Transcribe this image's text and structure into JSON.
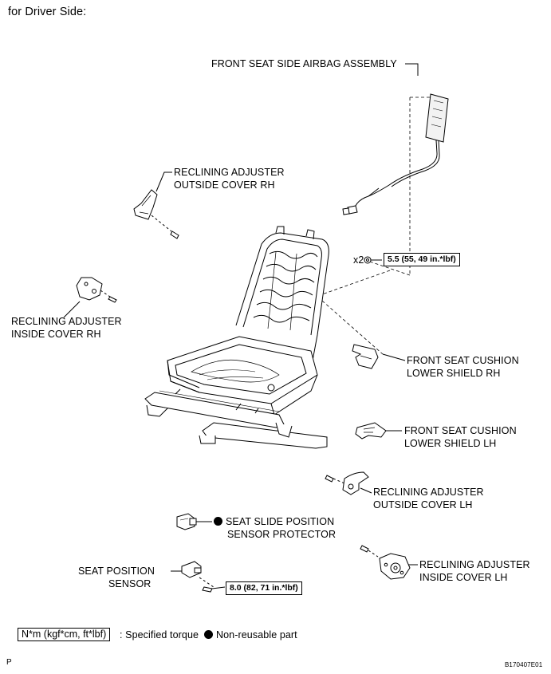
{
  "header": {
    "title": "for Driver Side:"
  },
  "labels": {
    "airbag": "FRONT SEAT SIDE AIRBAG ASSEMBLY",
    "outside_rh_1": "RECLINING ADJUSTER",
    "outside_rh_2": "OUTSIDE COVER RH",
    "inside_rh_1": "RECLINING ADJUSTER",
    "inside_rh_2": "INSIDE COVER RH",
    "cushion_rh_1": "FRONT SEAT CUSHION",
    "cushion_rh_2": "LOWER SHIELD RH",
    "cushion_lh_1": "FRONT SEAT CUSHION",
    "cushion_lh_2": "LOWER SHIELD LH",
    "outside_lh_1": "RECLINING ADJUSTER",
    "outside_lh_2": "OUTSIDE COVER LH",
    "slide_sensor_1": "SEAT SLIDE POSITION",
    "slide_sensor_2": "SENSOR PROTECTOR",
    "inside_lh_1": "RECLINING ADJUSTER",
    "inside_lh_2": "INSIDE COVER LH",
    "pos_sensor_1": "SEAT POSITION",
    "pos_sensor_2": "SENSOR"
  },
  "torque": {
    "multiplier": "x2",
    "airbag_nuts": "5.5 (55, 49 in.*lbf)",
    "sensor_bolt": "8.0 (82, 71 in.*lbf)"
  },
  "legend": {
    "unit_box": "N*m (kgf*cm, ft*lbf)",
    "torque_desc": ": Specified torque",
    "nonreusable_desc": "Non-reusable part"
  },
  "footer": {
    "left_mark": "P",
    "figure_id": "B170407E01"
  },
  "colors": {
    "ink": "#000000",
    "background": "#ffffff"
  }
}
